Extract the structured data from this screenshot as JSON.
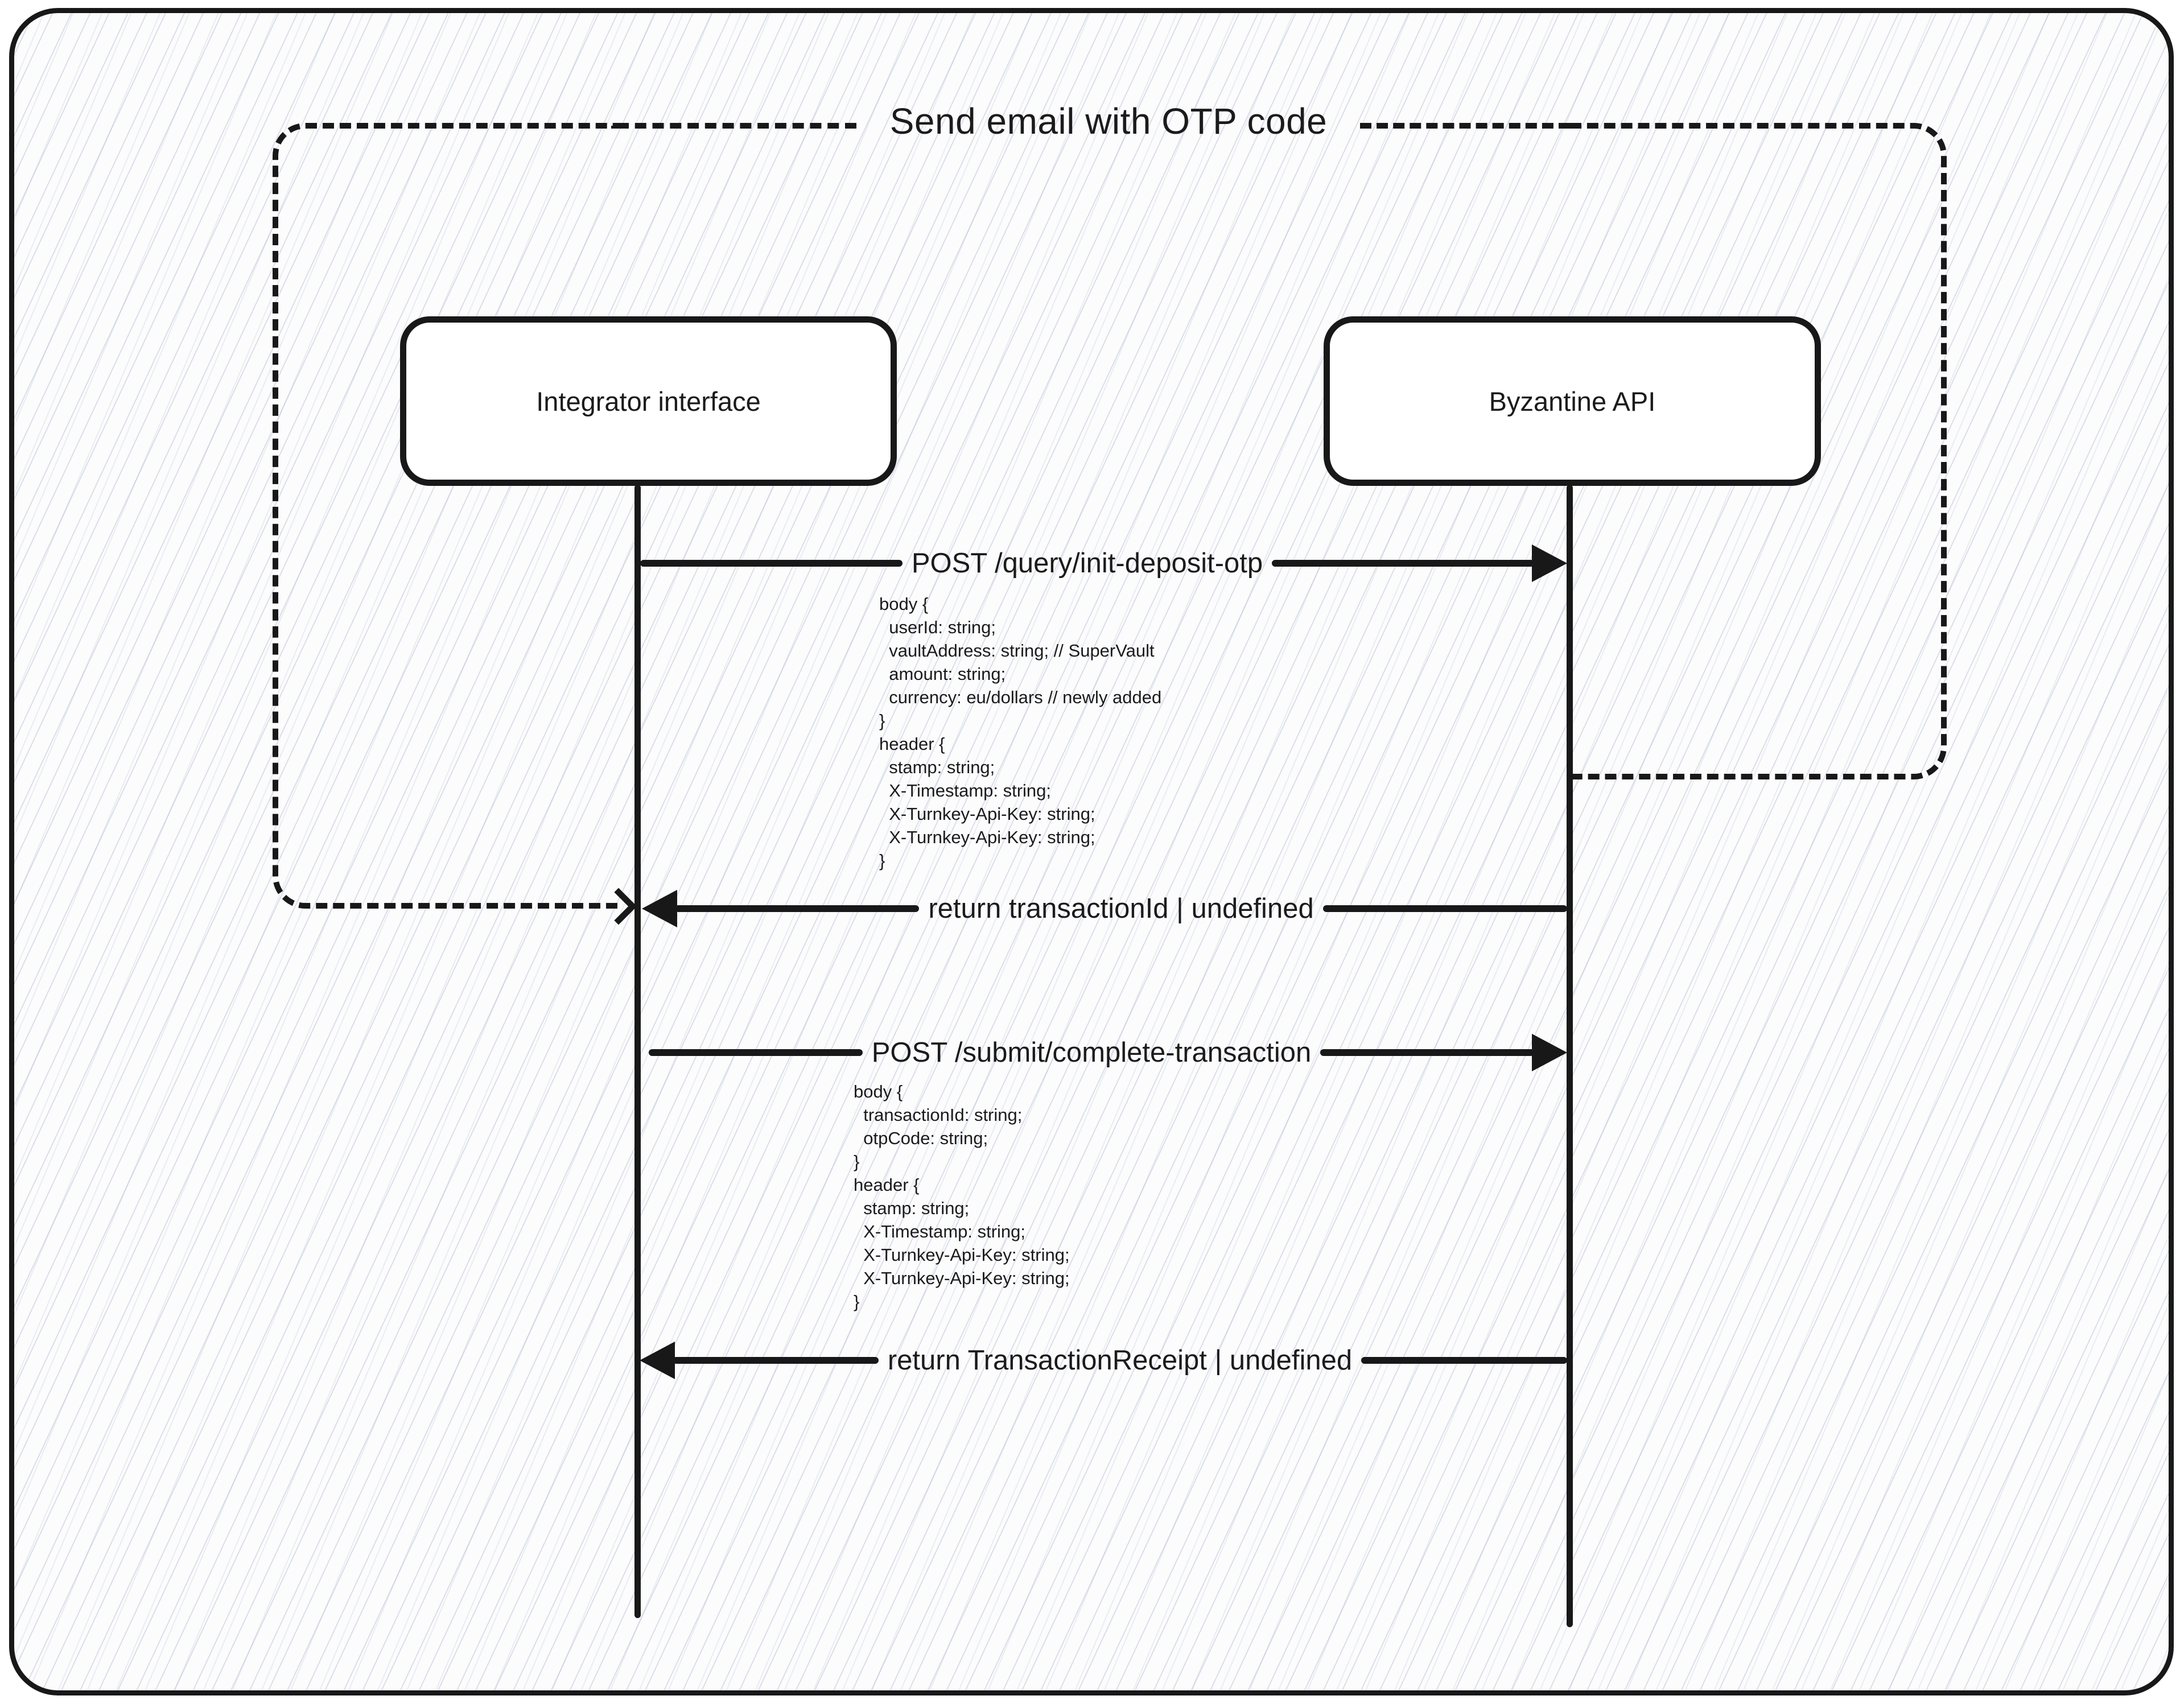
{
  "title": "Send email with OTP code",
  "actors": {
    "integrator": {
      "label": "Integrator interface"
    },
    "byzantine": {
      "label": "Byzantine API"
    }
  },
  "messages": {
    "init_request": {
      "label": "POST /query/init-deposit-otp"
    },
    "init_payload": [
      "body {",
      "  userId: string;",
      "  vaultAddress: string; // SuperVault",
      "  amount: string;",
      "  currency: eu/dollars // newly added",
      "}",
      "header {",
      "  stamp: string;",
      "  X-Timestamp: string;",
      "  X-Turnkey-Api-Key: string;",
      "  X-Turnkey-Api-Key: string;",
      "}"
    ],
    "init_response": {
      "label": "return transactionId | undefined"
    },
    "complete_request": {
      "label": "POST /submit/complete-transaction"
    },
    "complete_payload": [
      "body {",
      "  transactionId: string;",
      "  otpCode: string;",
      "}",
      "header {",
      "  stamp: string;",
      "  X-Timestamp: string;",
      "  X-Turnkey-Api-Key: string;",
      "  X-Turnkey-Api-Key: string;",
      "}"
    ],
    "complete_response": {
      "label": "return TransactionReceipt | undefined"
    }
  },
  "colors": {
    "stroke": "#181818",
    "background": "#fcfcfd",
    "hatch": "#a8b4c8"
  }
}
